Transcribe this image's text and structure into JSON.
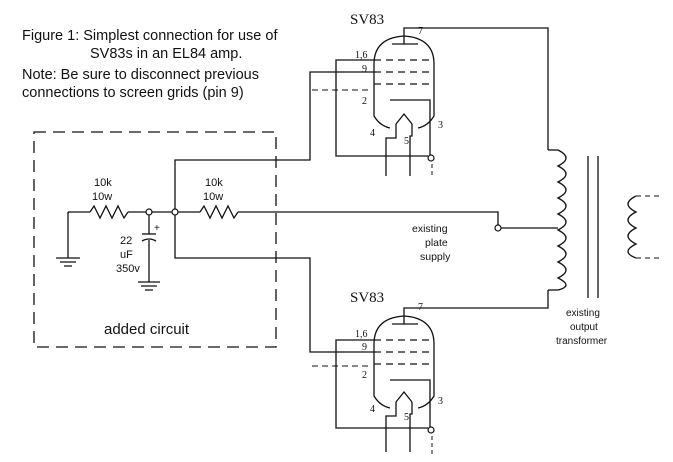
{
  "caption": {
    "title_line1": "Figure 1: Simplest connection for use of",
    "title_line2": "SV83s in an EL84 amp.",
    "note_line1": "Note: Be sure to disconnect  previous",
    "note_line2": "connections to screen grids (pin 9)"
  },
  "added_circuit": {
    "label": "added circuit",
    "resistor1": {
      "value": "10k",
      "power": "10w"
    },
    "resistor2": {
      "value": "10k",
      "power": "10w"
    },
    "capacitor": {
      "value": "22",
      "unit": "uF",
      "voltage": "350v",
      "polarity": "+"
    }
  },
  "tubes": [
    {
      "name": "SV83",
      "pins": {
        "plate": "7",
        "cathode_g3": "1,6",
        "screen": "9",
        "grid": "2",
        "heater_a": "4",
        "heater_b": "5",
        "heater_c": "3"
      }
    },
    {
      "name": "SV83",
      "pins": {
        "plate": "7",
        "cathode_g3": "1,6",
        "screen": "9",
        "grid": "2",
        "heater_a": "4",
        "heater_b": "5",
        "heater_c": "3"
      }
    }
  ],
  "supply": {
    "line1": "existing",
    "line2": "plate",
    "line3": "supply"
  },
  "transformer": {
    "line1": "existing",
    "line2": "output",
    "line3": "transformer"
  }
}
